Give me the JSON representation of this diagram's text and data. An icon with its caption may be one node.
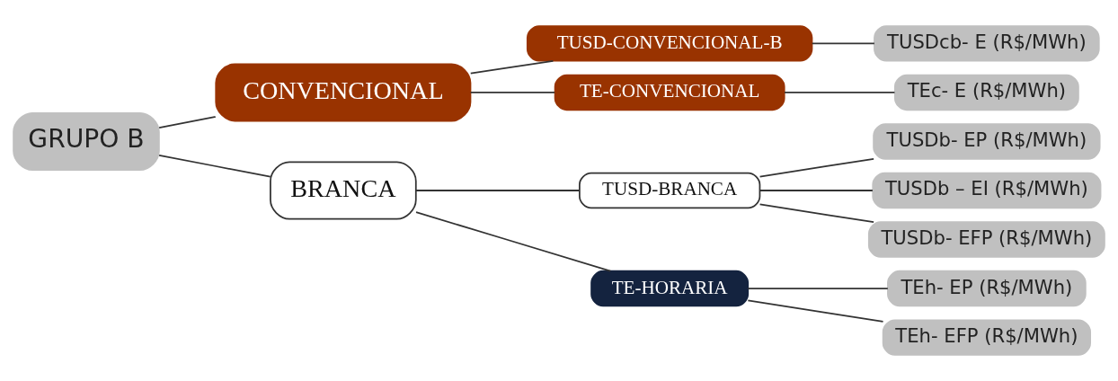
{
  "diagram": {
    "nodes": [
      {
        "text": [
          "GRUPO B"
        ]
      },
      {
        "text": [
          "CONVENCIONAL"
        ]
      },
      {
        "text": [
          "TUSD-CONVENCIONAL-B"
        ]
      },
      {
        "text": [
          "TE-CONVENCIONAL"
        ]
      },
      {
        "text": [
          "TUSDcb- E (R$/MWh)"
        ]
      },
      {
        "text": [
          "TEc- E (R$/MWh)"
        ]
      },
      {
        "text": [
          "BRANCA"
        ]
      },
      {
        "text": [
          "TUSD-BRANCA"
        ]
      },
      {
        "text": [
          "TE-HORARIA"
        ]
      },
      {
        "text": [
          "TUSDb- EP (R$/MWh)"
        ]
      },
      {
        "text": [
          "TUSDb – EI (R$/MWh)"
        ]
      },
      {
        "text": [
          "TUSDb- EFP (R$/MWh)"
        ]
      },
      {
        "text": [
          "TEh- EP (R$/MWh)"
        ]
      },
      {
        "text": [
          "TEh- EFP (R$/MWh)"
        ]
      }
    ],
    "edges": [
      {
        "from": 0,
        "to": 1,
        "arrow": "none"
      },
      {
        "from": 0,
        "to": 6,
        "arrow": "none"
      },
      {
        "from": 1,
        "to": 2,
        "arrow": "none"
      },
      {
        "from": 1,
        "to": 3,
        "arrow": "none"
      },
      {
        "from": 2,
        "to": 4,
        "arrow": "none"
      },
      {
        "from": 3,
        "to": 5,
        "arrow": "none"
      },
      {
        "from": 6,
        "to": 7,
        "arrow": "none"
      },
      {
        "from": 6,
        "to": 8,
        "arrow": "none"
      },
      {
        "from": 7,
        "to": 9,
        "arrow": "none"
      },
      {
        "from": 7,
        "to": 10,
        "arrow": "none"
      },
      {
        "from": 7,
        "to": 11,
        "arrow": "none"
      },
      {
        "from": 8,
        "to": 12,
        "arrow": "none"
      },
      {
        "from": 8,
        "to": 13,
        "arrow": "none"
      }
    ]
  }
}
